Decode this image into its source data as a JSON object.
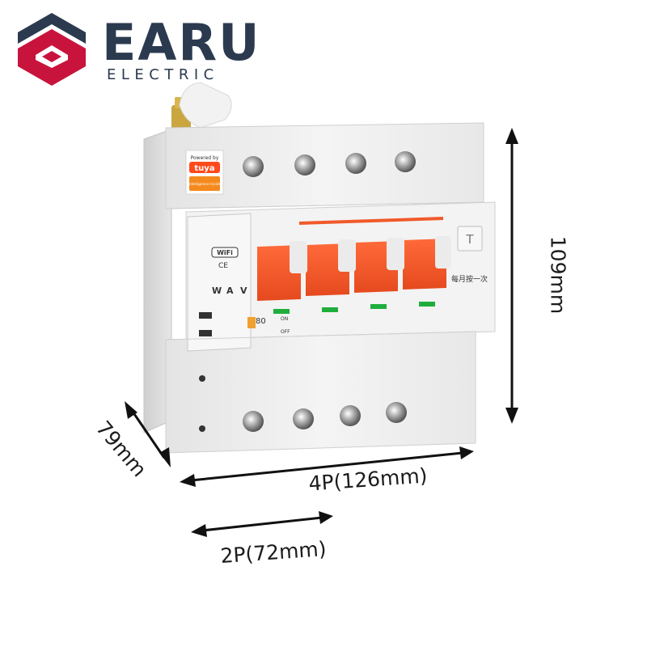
{
  "brand": {
    "name": "EARU",
    "subtitle": "ELECTRIC",
    "colors": {
      "navy": "#2b3a4f",
      "magenta": "#c8143c"
    }
  },
  "device": {
    "tuya_badge": {
      "powered_by": "Powered by",
      "brand": "tuya",
      "tagline": "Intelligence Inside"
    },
    "wifi_label": "WiFi",
    "ce_label": "CE",
    "meter_icons": [
      "W",
      "A",
      "V"
    ],
    "test_button": "T",
    "monthly_test_note": "每月按一次",
    "switch_on": "ON",
    "switch_off": "OFF",
    "rating": "80",
    "indicator_color": "#1fae3c",
    "handle_color": "#f05a2a"
  },
  "dimensions": {
    "height": "109mm",
    "depth": "79mm",
    "width_4p": "4P(126mm)",
    "width_2p": "2P(72mm)"
  }
}
